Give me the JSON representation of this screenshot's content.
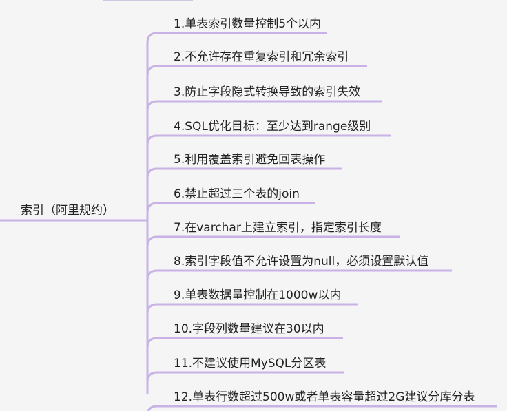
{
  "root": {
    "label": "索引（阿里规约）"
  },
  "items": [
    "1.单表索引数量控制5个以内",
    "2.不允许存在重复索引和冗余索引",
    "3.防止字段隐式转换导致的索引失效",
    "4.SQL优化目标：至少达到range级别",
    "5.利用覆盖索引避免回表操作",
    "6.禁止超过三个表的join",
    "7.在varchar上建立索引，指定索引长度",
    "8.索引字段值不允许设置为null，必须设置默认值",
    "9.单表数据量控制在1000w以内",
    "10.字段列数量建议在30以内",
    "11.不建议使用MySQL分区表",
    "12.单表行数超过500w或者单表容量超过2G建议分库分表"
  ],
  "colors": {
    "line": "#c9b3e6",
    "text": "#222222",
    "background": "#f5f5f5"
  }
}
